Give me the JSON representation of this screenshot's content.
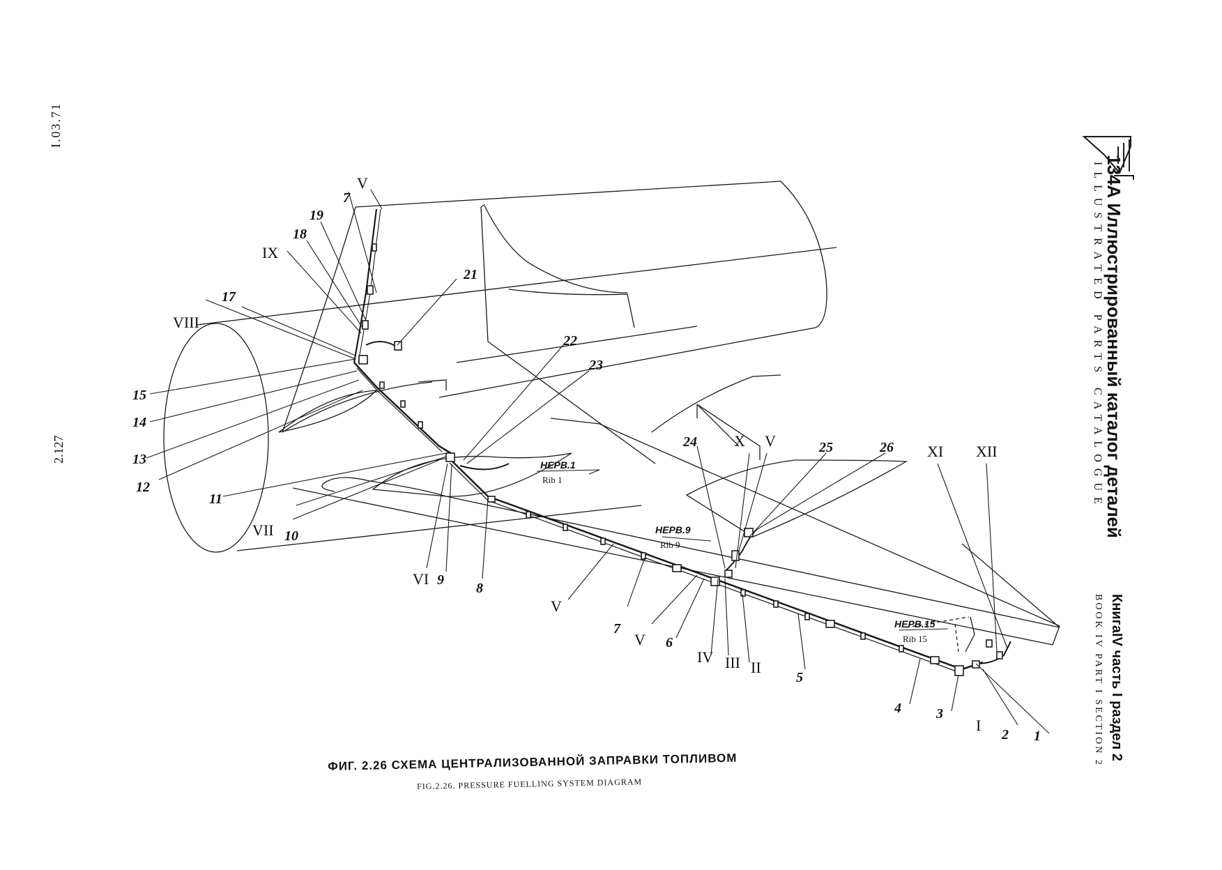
{
  "side_doc_number": "I.03.71",
  "side_page_number": "2.127",
  "header": {
    "model": "134А",
    "ru": "134А Иллюстрированный каталог деталей",
    "en": "ILLUSTRATED PARTS CATALOGUE",
    "ru_book": "КнигаIV   часть I   раздел 2",
    "en_book": "BOOK  IV   PART  I   SECTION  2"
  },
  "caption": {
    "ru": "ФИГ. 2.26   СХЕМА   ЦЕНТРАЛИЗОВАННОЙ  ЗАПРАВКИ   ТОПЛИВОМ",
    "en": "FIG.2.26. PRESSURE FUELLING SYSTEM DIAGRAM"
  },
  "ribs": [
    {
      "ru": "НЕРВ.1",
      "en": "Rib 1"
    },
    {
      "ru": "НЕРВ.9",
      "en": "Rib 9"
    },
    {
      "ru": "НЕРВ.15",
      "en": "Rib 15"
    }
  ],
  "callouts": {
    "n1": "1",
    "n2": "2",
    "n3": "3",
    "n4": "4",
    "n5": "5",
    "n6": "6",
    "n7a": "7",
    "n7b": "7",
    "n8": "8",
    "n9": "9",
    "n10": "10",
    "n11": "11",
    "n12": "12",
    "n13": "13",
    "n14": "14",
    "n15": "15",
    "n17": "17",
    "n18": "18",
    "n19": "19",
    "n21": "21",
    "n22": "22",
    "n23": "23",
    "n24": "24",
    "n25": "25",
    "n26": "26",
    "rI": "I",
    "rII": "II",
    "rIII": "III",
    "rIV": "IV",
    "rVa": "V",
    "rVb": "V",
    "rVc": "V",
    "rVd": "V",
    "rVI": "VI",
    "rVII": "VII",
    "rVIII": "VIII",
    "rIX": "IX",
    "rX": "X",
    "rXI": "XI",
    "rXII": "XII"
  }
}
